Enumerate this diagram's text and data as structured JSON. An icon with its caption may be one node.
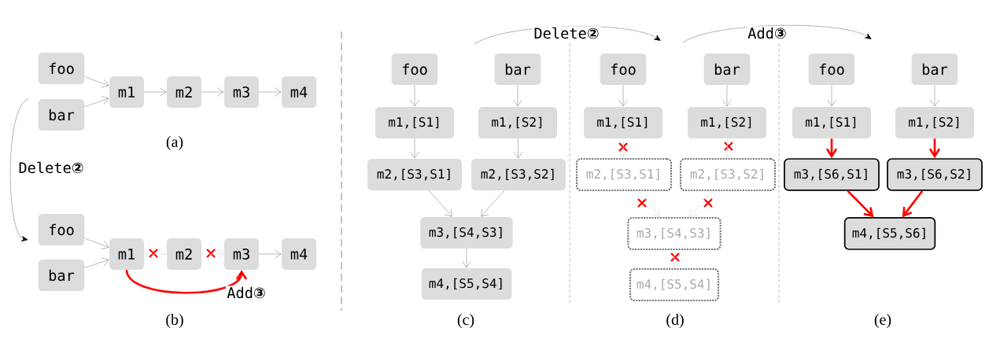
{
  "diagram": {
    "nodes": [
      {
        "text": [
          "foo"
        ]
      },
      {
        "text": [
          "bar"
        ]
      },
      {
        "text": [
          "m1"
        ]
      },
      {
        "text": [
          "m2"
        ]
      },
      {
        "text": [
          "m3"
        ]
      },
      {
        "text": [
          "m4"
        ]
      },
      {
        "text": [
          "foo"
        ]
      },
      {
        "text": [
          "bar"
        ]
      },
      {
        "text": [
          "m1"
        ]
      },
      {
        "text": [
          "m2"
        ]
      },
      {
        "text": [
          "m3"
        ]
      },
      {
        "text": [
          "m4"
        ]
      },
      {
        "text": [
          "foo"
        ]
      },
      {
        "text": [
          "bar"
        ]
      },
      {
        "text": [
          "m1,[S1]"
        ]
      },
      {
        "text": [
          "m1,[S2]"
        ]
      },
      {
        "text": [
          "m2,[S3,S1]"
        ]
      },
      {
        "text": [
          "m2,[S3,S2]"
        ]
      },
      {
        "text": [
          "m3,[S4,S3]"
        ]
      },
      {
        "text": [
          "m4,[S5,S4]"
        ]
      },
      {
        "text": [
          "foo"
        ]
      },
      {
        "text": [
          "bar"
        ]
      },
      {
        "text": [
          "m1,[S1]"
        ]
      },
      {
        "text": [
          "m1,[S2]"
        ]
      },
      {
        "text": [
          "m2,[S3,S1]"
        ]
      },
      {
        "text": [
          "m2,[S3,S2]"
        ]
      },
      {
        "text": [
          "m3,[S4,S3]"
        ]
      },
      {
        "text": [
          "m4,[S5,S4]"
        ]
      },
      {
        "text": [
          "foo"
        ]
      },
      {
        "text": [
          "bar"
        ]
      },
      {
        "text": [
          "m1,[S1]"
        ]
      },
      {
        "text": [
          "m1,[S2]"
        ]
      },
      {
        "text": [
          "m3,[S6,S1]"
        ]
      },
      {
        "text": [
          "m3,[S6,S2]"
        ]
      },
      {
        "text": [
          "m4,[S5,S6]"
        ]
      }
    ],
    "edges": [
      {
        "from": 0,
        "to": 2,
        "arrow": "to"
      },
      {
        "from": 1,
        "to": 2,
        "arrow": "to"
      },
      {
        "from": 2,
        "to": 3,
        "arrow": "to"
      },
      {
        "from": 3,
        "to": 4,
        "arrow": "to"
      },
      {
        "from": 4,
        "to": 5,
        "arrow": "to"
      },
      {
        "from": 6,
        "to": 8,
        "arrow": "to"
      },
      {
        "from": 7,
        "to": 8,
        "arrow": "to"
      },
      {
        "from": 8,
        "to": 9,
        "arrow": "to",
        "color": "#dddddd"
      },
      {
        "from": 9,
        "to": 10,
        "arrow": "to",
        "color": "#dddddd"
      },
      {
        "from": 10,
        "to": 11,
        "arrow": "to"
      },
      {
        "from": 8,
        "to": 10,
        "arrow": "to",
        "label": "Add③",
        "style": "thick",
        "color": "#ff0000"
      },
      {
        "from": 12,
        "to": 14,
        "arrow": "to"
      },
      {
        "from": 13,
        "to": 15,
        "arrow": "to"
      },
      {
        "from": 14,
        "to": 16,
        "arrow": "to"
      },
      {
        "from": 15,
        "to": 17,
        "arrow": "to"
      },
      {
        "from": 16,
        "to": 18,
        "arrow": "to"
      },
      {
        "from": 17,
        "to": 18,
        "arrow": "to"
      },
      {
        "from": 18,
        "to": 19,
        "arrow": "to"
      },
      {
        "from": 20,
        "to": 22,
        "arrow": "to"
      },
      {
        "from": 21,
        "to": 23,
        "arrow": "to"
      },
      {
        "from": 22,
        "to": 24,
        "arrow": "to",
        "color": "#dddddd"
      },
      {
        "from": 23,
        "to": 25,
        "arrow": "to",
        "color": "#dddddd"
      },
      {
        "from": 24,
        "to": 26,
        "arrow": "to",
        "color": "#dddddd"
      },
      {
        "from": 25,
        "to": 26,
        "arrow": "to",
        "color": "#dddddd"
      },
      {
        "from": 26,
        "to": 27,
        "arrow": "to",
        "color": "#dddddd"
      },
      {
        "from": 28,
        "to": 30,
        "arrow": "to"
      },
      {
        "from": 29,
        "to": 31,
        "arrow": "to"
      },
      {
        "from": 30,
        "to": 32,
        "arrow": "to",
        "style": "thick",
        "color": "#ff0000"
      },
      {
        "from": 31,
        "to": 33,
        "arrow": "to",
        "style": "thick",
        "color": "#ff0000"
      },
      {
        "from": 32,
        "to": 34,
        "arrow": "to",
        "style": "thick",
        "color": "#ff0000"
      },
      {
        "from": 33,
        "to": 34,
        "arrow": "to",
        "style": "thick",
        "color": "#ff0000"
      }
    ],
    "labels": [
      "Delete②",
      "Add③",
      "(a)",
      "Delete②",
      "(b)",
      "(c)",
      "(d)",
      "(e)"
    ]
  }
}
